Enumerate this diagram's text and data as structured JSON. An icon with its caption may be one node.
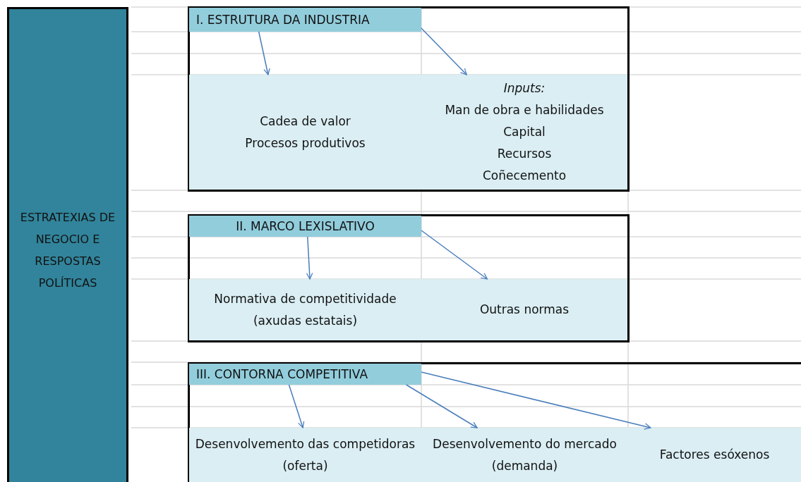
{
  "diagram": {
    "nodes": [
      {
        "text": [
          "ESTRATEXIAS DE NEGOCIO E RESPOSTAS POLÍTICAS"
        ]
      },
      {
        "text": [],
        "shape": "box"
      },
      {
        "text": [
          "I. ESTRUTURA DA INDUSTRIA"
        ],
        "in": 1
      },
      {
        "text": [
          "Cadea de valor",
          "Procesos produtivos"
        ],
        "in": 1
      },
      {
        "text": [
          "*Inputs:*",
          "Man de obra e habilidades",
          "Capital",
          "Recursos",
          "Coñecemento"
        ],
        "in": 1
      },
      {
        "text": [],
        "shape": "box"
      },
      {
        "text": [
          "II. MARCO LEXISLATIVO"
        ],
        "in": 5
      },
      {
        "text": [
          "Normativa de competitividade (axudas estatais)"
        ],
        "in": 5
      },
      {
        "text": [
          "Outras normas"
        ],
        "in": 5
      },
      {
        "text": [],
        "shape": "box"
      },
      {
        "text": [
          "III. CONTORNA COMPETITIVA"
        ],
        "in": 9
      },
      {
        "text": [
          "Desenvolvemento das competidoras (oferta)"
        ],
        "in": 9
      },
      {
        "text": [
          "Desenvolvemento do mercado (demanda)"
        ],
        "in": 9
      },
      {
        "text": [
          "Factores esóxenos"
        ],
        "in": 9
      }
    ],
    "edges": [
      {
        "from": 2,
        "to": 3,
        "arrow": "to"
      },
      {
        "from": 2,
        "to": 4,
        "arrow": "to"
      },
      {
        "from": 6,
        "to": 7,
        "arrow": "to"
      },
      {
        "from": 6,
        "to": 8,
        "arrow": "to"
      },
      {
        "from": 10,
        "to": 11,
        "arrow": "to"
      },
      {
        "from": 10,
        "to": 12,
        "arrow": "to"
      },
      {
        "from": 10,
        "to": 13,
        "arrow": "to"
      }
    ]
  }
}
